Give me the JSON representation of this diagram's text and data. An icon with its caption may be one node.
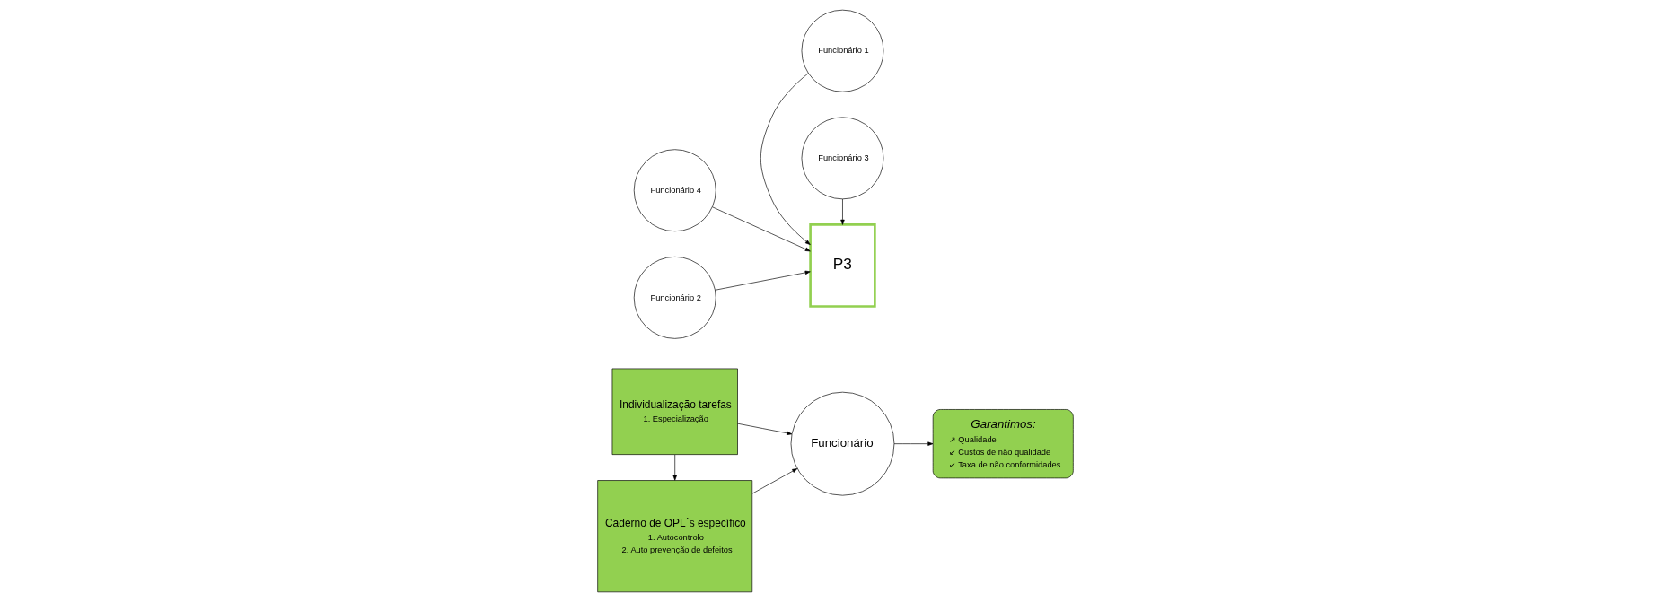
{
  "diagram": {
    "nodes": [
      {
        "text": [
          "Individualização tarefas",
          "1. Especialização"
        ]
      },
      {
        "text": [
          "Caderno de OPL´s específico",
          "1. Autocontrolo",
          "2. Auto prevenção de defeitos"
        ]
      },
      {
        "text": [
          "Funcionário"
        ]
      },
      {
        "text": [
          "Garantimos:",
          "↗ Qualidade",
          "↙ Custos de não qualidade",
          "↙ Taxa de não conformidades"
        ]
      },
      {
        "text": [
          "Funcionário 1"
        ]
      },
      {
        "text": [
          "Funcionário 4"
        ]
      },
      {
        "text": [
          "P3"
        ]
      },
      {
        "text": [
          "Funcionário 2"
        ]
      },
      {
        "text": [
          "Funcionário 3"
        ]
      }
    ],
    "edges": [
      {
        "from": 0,
        "to": 1,
        "arrow": "to"
      },
      {
        "from": 0,
        "to": 2,
        "arrow": "to"
      },
      {
        "from": 1,
        "to": 2,
        "arrow": "to"
      },
      {
        "from": 2,
        "to": 3,
        "arrow": "to"
      },
      {
        "from": 4,
        "to": 6,
        "arrow": "to"
      },
      {
        "from": 5,
        "to": 6,
        "arrow": "to"
      },
      {
        "from": 7,
        "to": 6,
        "arrow": "to"
      },
      {
        "from": 8,
        "to": 6,
        "arrow": "to"
      }
    ]
  }
}
